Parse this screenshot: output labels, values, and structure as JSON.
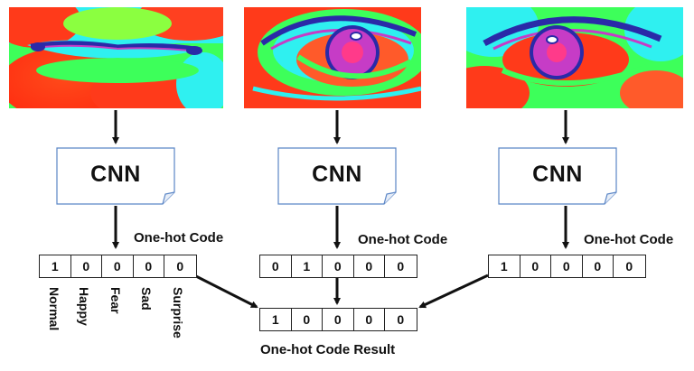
{
  "blocks": [
    {
      "region": "mouth",
      "model_label": "CNN",
      "code_caption": "One-hot Code",
      "code_values": [
        "1",
        "0",
        "0",
        "0",
        "0"
      ]
    },
    {
      "region": "left-eye",
      "model_label": "CNN",
      "code_caption": "One-hot Code",
      "code_values": [
        "0",
        "1",
        "0",
        "0",
        "0"
      ]
    },
    {
      "region": "right-eye",
      "model_label": "CNN",
      "code_caption": "One-hot Code",
      "code_values": [
        "1",
        "0",
        "0",
        "0",
        "0"
      ]
    }
  ],
  "emotion_labels": [
    "Normal",
    "Happy",
    "Fear",
    "Sad",
    "Surprise"
  ],
  "result": {
    "caption": "One-hot Code Result",
    "code_values": [
      "1",
      "0",
      "0",
      "0",
      "0"
    ]
  },
  "colors": {
    "thermal_red": "#ff3a1a",
    "thermal_green": "#3dff5a",
    "thermal_cyan": "#2ff0f0",
    "thermal_blue": "#2a2aa8",
    "thermal_magenta": "#c63cc6",
    "box_border": "#5b86c6",
    "arrow": "#111111"
  }
}
